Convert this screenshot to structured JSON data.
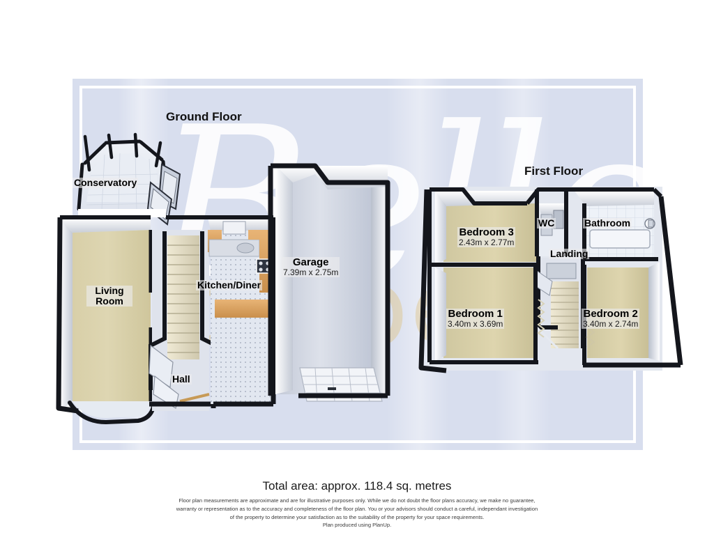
{
  "document": {
    "type": "floor-plan",
    "watermark": {
      "brand": "Belle",
      "sub": "properties"
    },
    "panel_color": "#d8deee",
    "total_area_text": "Total area: approx. 118.4 sq. metres",
    "disclaimer": [
      "Floor plan measurements are approximate and are for illustrative purposes only. While we do not doubt the floor plans accuracy, we make no guarantee,",
      "warranty or representation as to the accuracy and completeness of the floor plan. You or your advisors should conduct a careful, independant investigation",
      "of the property to determine your satisfaction as to the suitability of the property for your space requirements.",
      "Plan produced using PlanUp."
    ]
  },
  "floors": [
    {
      "id": "ground",
      "title": "Ground Floor",
      "rooms": [
        {
          "id": "conservatory",
          "name": "Conservatory",
          "dim": ""
        },
        {
          "id": "living-room",
          "name": "Living\nRoom",
          "dim": "",
          "name_line1": "Living",
          "name_line2": "Room"
        },
        {
          "id": "kitchen-diner",
          "name": "Kitchen/Diner",
          "dim": ""
        },
        {
          "id": "hall",
          "name": "Hall",
          "dim": ""
        },
        {
          "id": "garage",
          "name": "Garage",
          "dim": "7.39m x 2.75m"
        }
      ]
    },
    {
      "id": "first",
      "title": "First Floor",
      "rooms": [
        {
          "id": "bedroom-3",
          "name": "Bedroom 3",
          "dim": "2.43m x 2.77m"
        },
        {
          "id": "wc",
          "name": "WC",
          "dim": ""
        },
        {
          "id": "bathroom",
          "name": "Bathroom",
          "dim": ""
        },
        {
          "id": "landing",
          "name": "Landing",
          "dim": ""
        },
        {
          "id": "bedroom-1",
          "name": "Bedroom 1",
          "dim": "3.40m x 3.69m"
        },
        {
          "id": "bedroom-2",
          "name": "Bedroom 2",
          "dim": "3.40m x 2.74m"
        }
      ]
    }
  ]
}
